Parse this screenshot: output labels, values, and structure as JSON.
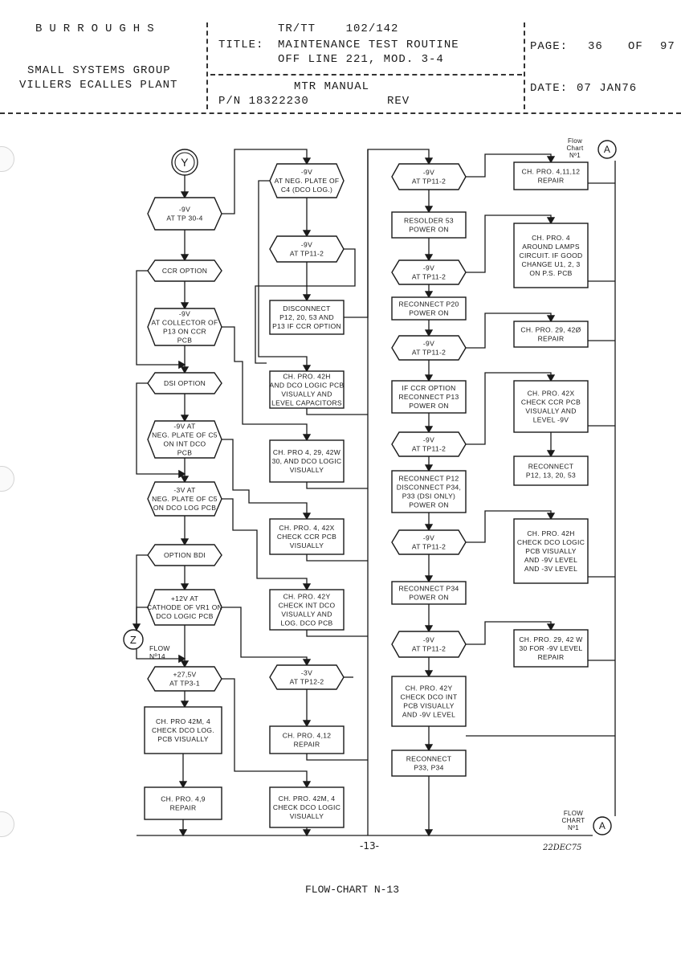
{
  "header": {
    "company": "BURROUGHS",
    "group": "SMALL SYSTEMS GROUP",
    "plant": "VILLERS ECALLES PLANT",
    "doc_code": "TR/TT    102/142",
    "title_label": "TITLE:",
    "title_line1": "MAINTENANCE TEST ROUTINE",
    "title_line2": "OFF LINE 221, MOD. 3-4",
    "manual": "MTR MANUAL",
    "part_number": "P/N 18322230",
    "rev_label": "REV",
    "page_label": "PAGE:",
    "page_number": "36",
    "page_of": "OF",
    "page_total": "97",
    "date_label": "DATE:",
    "date_value": "07 JAN76"
  },
  "connectors": {
    "y_label": "Y",
    "z_label": "Z",
    "a_label": "A",
    "z_note": [
      "FLOW",
      "Nº14"
    ],
    "a_top_note": [
      "Flow",
      "Chart",
      "Nº1"
    ],
    "a_bottom_note": [
      "FLOW",
      "CHART",
      "Nº1"
    ]
  },
  "col1": {
    "box1": [
      "-9V",
      "AT TP 30-4"
    ],
    "box2": [
      "CCR OPTION"
    ],
    "box3": [
      "-9V",
      "AT COLLECTOR OF",
      "P13 ON CCR",
      "PCB"
    ],
    "box4": [
      "DSI OPTION"
    ],
    "box5": [
      "-9V AT",
      "NEG. PLATE OF C5",
      "ON INT DCO",
      "PCB"
    ],
    "box6": [
      "-3V AT",
      "NEG. PLATE OF C5",
      "ON DCO LOG PCB"
    ],
    "box7": [
      "OPTION BDI"
    ],
    "box8": [
      "+12V AT",
      "CATHODE OF VR1 ON",
      "DCO LOGIC PCB"
    ],
    "box9": [
      "+27,5V",
      "AT TP3-1"
    ],
    "box10": [
      "CH. PRO 42M, 4",
      "CHECK DCO LOG.",
      "PCB VISUALLY"
    ],
    "box11": [
      "CH. PRO. 4,9",
      "REPAIR"
    ]
  },
  "col2": {
    "box1": [
      "-9V",
      "AT NEG. PLATE OF",
      "C4 (DCO LOG.)"
    ],
    "box2": [
      "-9V",
      "AT TP11-2"
    ],
    "box3": [
      "DISCONNECT",
      "P12, 20, 53 AND",
      "P13 IF CCR OPTION"
    ],
    "box4": [
      "CH. PRO. 42H",
      "AND DCO LOGIC PCB",
      "VISUALLY AND",
      "LEVEL CAPACITORS"
    ],
    "box5": [
      "CH. PRO 4, 29, 42W",
      "30, AND DCO LOGIC",
      "VISUALLY"
    ],
    "box6": [
      "CH. PRO. 4, 42X",
      "CHECK CCR PCB",
      "VISUALLY"
    ],
    "box7": [
      "CH. PRO. 42Y",
      "CHECK INT DCO",
      "VISUALLY AND",
      "LOG. DCO PCB"
    ],
    "box8": [
      "-3V",
      "AT TP12-2"
    ],
    "box9": [
      "CH. PRO. 4,12",
      "REPAIR"
    ],
    "box10": [
      "CH. PRO. 42M, 4",
      "CHECK DCO LOGIC",
      "VISUALLY"
    ]
  },
  "col3": {
    "box1": [
      "-9V",
      "AT TP11-2"
    ],
    "box2": [
      "RESOLDER 53",
      "POWER ON"
    ],
    "box3": [
      "-9V",
      "AT TP11-2"
    ],
    "box4": [
      "RECONNECT P20",
      "POWER ON"
    ],
    "box5": [
      "-9V",
      "AT TP11-2"
    ],
    "box6": [
      "IF CCR OPTION",
      "RECONNECT P13",
      "POWER ON"
    ],
    "box7": [
      "-9V",
      "AT TP11-2"
    ],
    "box8": [
      "RECONNECT P12",
      "DISCONNECT P34,",
      "P33 (DSI ONLY)",
      "POWER ON"
    ],
    "box9": [
      "-9V",
      "AT TP11-2"
    ],
    "box10": [
      "RECONNECT P34",
      "POWER ON"
    ],
    "box11": [
      "-9V",
      "AT TP11-2"
    ],
    "box12": [
      "CH. PRO. 42Y",
      "CHECK DCO INT",
      "PCB VISUALLY",
      "AND -9V LEVEL"
    ],
    "box13": [
      "RECONNECT",
      "P33, P34"
    ]
  },
  "col4": {
    "box1": [
      "CH. PRO. 4,11,12",
      "REPAIR"
    ],
    "box2": [
      "CH. PRO. 4",
      "AROUND LAMPS",
      "CIRCUIT. IF GOOD",
      "CHANGE U1, 2, 3",
      "ON P.S. PCB"
    ],
    "box3": [
      "CH. PRO. 29, 42Ø",
      "REPAIR"
    ],
    "box4": [
      "CH. PRO. 42X",
      "CHECK CCR PCB",
      "VISUALLY AND",
      "LEVEL -9V"
    ],
    "box5": [
      "RECONNECT",
      "P12, 13, 20, 53"
    ],
    "box6": [
      "CH. PRO. 42H",
      "CHECK DCO LOGIC",
      "PCB VISUALLY",
      "AND -9V LEVEL",
      "AND -3V LEVEL"
    ],
    "box7": [
      "CH. PRO. 29, 42 W",
      "30 FOR -9V LEVEL",
      "REPAIR"
    ]
  },
  "footer": {
    "page_mark": "-13-",
    "handwritten_date": "22DEC75",
    "caption": "FLOW-CHART N-13"
  }
}
